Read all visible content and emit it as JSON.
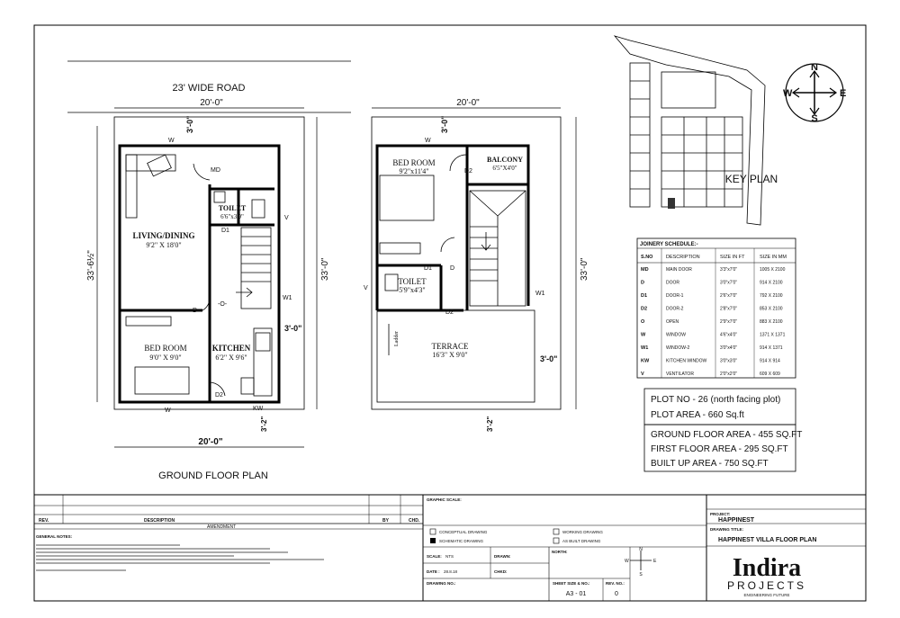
{
  "ground_floor": {
    "road_label": "23' WIDE ROAD",
    "top_dim": "20'-0\"",
    "bottom_dim": "20'-0\"",
    "left_dim": "33'-6½\"",
    "right_dim": "33'-0\"",
    "setback_top": "3'-0\"",
    "setback_right": "3'-0\"",
    "setback_bottom": "3'-2\"",
    "plan_title": "GROUND FLOOR PLAN",
    "living_name": "LIVING/DINING",
    "living_size": "9'2\" X 18'0\"",
    "toilet_name": "TOILET",
    "toilet_size": "6'6\"x3'9\"",
    "bedroom_name": "BED ROOM",
    "bedroom_size": "9'0\" X 9'0\"",
    "kitchen_name": "KITCHEN",
    "kitchen_size": "6'2\" X 9'6\"",
    "tags": {
      "w_top": "W",
      "md": "MD",
      "d1": "D1",
      "v": "V",
      "w1": "W1",
      "d": "D",
      "o": "-O-",
      "d2": "D2",
      "w_bottom": "W",
      "kw": "KW"
    }
  },
  "first_floor": {
    "top_dim": "20'-0\"",
    "right_dim": "33'-0\"",
    "setback_top": "3'-0\"",
    "setback_right": "3'-0\"",
    "setback_bottom": "3'-2\"",
    "bedroom_name": "BED ROOM",
    "bedroom_size": "9'2\"x11'4\"",
    "balcony_name": "BALCONY",
    "balcony_size": "6'5\"X4'0\"",
    "toilet_name": "TOILET",
    "toilet_size": "5'9\"x4'3\"",
    "terrace_name": "TERRACE",
    "terrace_size": "16'3\" X 9'0\"",
    "ladder": "Ladder",
    "tags": {
      "w_top": "W",
      "d2_top": "D2",
      "d1": "D1",
      "d": "D",
      "v": "V",
      "w1": "W1",
      "d2": "D2"
    }
  },
  "key_plan": {
    "title": "KEY PLAN"
  },
  "compass": {
    "n": "N",
    "s": "S",
    "e": "E",
    "w": "W"
  },
  "joinery": {
    "title": "JOINERY SCHEDULE:-",
    "headers": [
      "S.NO",
      "DESCRIPTION",
      "SIZE IN FT",
      "SIZE IN MM"
    ],
    "rows": [
      [
        "MD",
        "MAIN DOOR",
        "3'3\"x7'0\"",
        "1005 X 2100"
      ],
      [
        "D",
        "DOOR",
        "3'0\"x7'0\"",
        "914 X 2100"
      ],
      [
        "D1",
        "DOOR-1",
        "2'6\"x7'0\"",
        "792 X 2100"
      ],
      [
        "D2",
        "DOOR-2",
        "2'8\"x7'0\"",
        "853 X 2100"
      ],
      [
        "O",
        "OPEN",
        "2'9\"x7'0\"",
        "883 X 2100"
      ],
      [
        "W",
        "WINDOW",
        "4'6\"x4'0\"",
        "1371 X 1371"
      ],
      [
        "W1",
        "WINDOW-2",
        "3'0\"x4'0\"",
        "914 X 1371"
      ],
      [
        "KW",
        "KITCHEN WINDOW",
        "3'0\"x3'0\"",
        "914 X 914"
      ],
      [
        "V",
        "VENTILATOR",
        "2'0\"x2'0\"",
        "609 X 609"
      ]
    ]
  },
  "plot_info": {
    "plot_no": "PLOT NO -  26 (north facing plot)",
    "plot_area": "PLOT AREA - 660 Sq.ft",
    "ground_area": "GROUND FLOOR AREA - 455 SQ.FT",
    "first_area": "FIRST FLOOR AREA - 295 SQ.FT",
    "built_area": "BUILT UP AREA - 750 SQ.FT"
  },
  "title_block": {
    "rev": "REV.",
    "description": "DESCRIPTION",
    "by": "BY",
    "chd": "CHD.",
    "amendment": "AMENDMENT",
    "general_notes": "GENERAL NOTES:",
    "graphic_scale": "GRAPHIC SCALE:",
    "conceptual": "CONCEPTUAL DRAWING",
    "schematic": "SCHEMATIC DRAWING",
    "working": "WORKING DRAWING",
    "as_built": "AS BUILT DRAWING",
    "scale_label": "SCALE:",
    "scale_value": "NTS",
    "drawn": "DRAWN:",
    "date_label": "DATE :",
    "date_value": "28.8.18",
    "chkd": "CHKD:",
    "north": "NORTH:",
    "drawing_no": "DRAWING NO.:",
    "sheet_size": "SHEET SIZE & NO.:",
    "sheet_value": "A3 - 01",
    "rev_no": "REV. NO.:",
    "rev_value": "0",
    "project_label": "PROJECT:",
    "project_value": "HAPPINEST",
    "drawing_title_label": "DRAWING TITLE:",
    "drawing_title_value": "HAPPINEST VILLA FLOOR PLAN",
    "logo_main": "Indira",
    "logo_sub": "PROJECTS",
    "logo_tag": "ENGINEERING FUTURE",
    "mini_compass": {
      "n": "N",
      "s": "S",
      "e": "E",
      "w": "W"
    }
  }
}
